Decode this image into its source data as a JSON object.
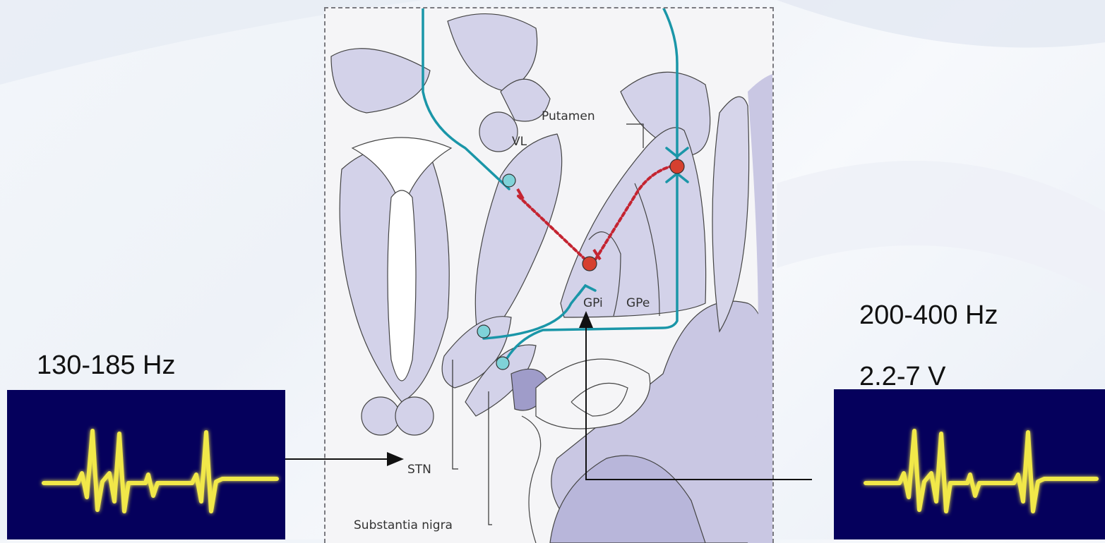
{
  "left_stimulus": {
    "frequency": "130-185 Hz"
  },
  "right_stimulus": {
    "frequency": "200-400 Hz",
    "voltage": "2.2-7 V"
  },
  "anatomy": {
    "putamen": "Putamen",
    "vl": "VL",
    "gpi": "GPi",
    "gpe": "GPe",
    "stn": "STN",
    "substantia_nigra": "Substantia nigra"
  },
  "colors": {
    "tissue": "#d2d1e8",
    "tissue_dark": "#9f9cc9",
    "pathway": "#1a96a8",
    "inhibitory": "#c42431",
    "scope_bg": "#05005c",
    "waveform": "#f1e84a"
  }
}
